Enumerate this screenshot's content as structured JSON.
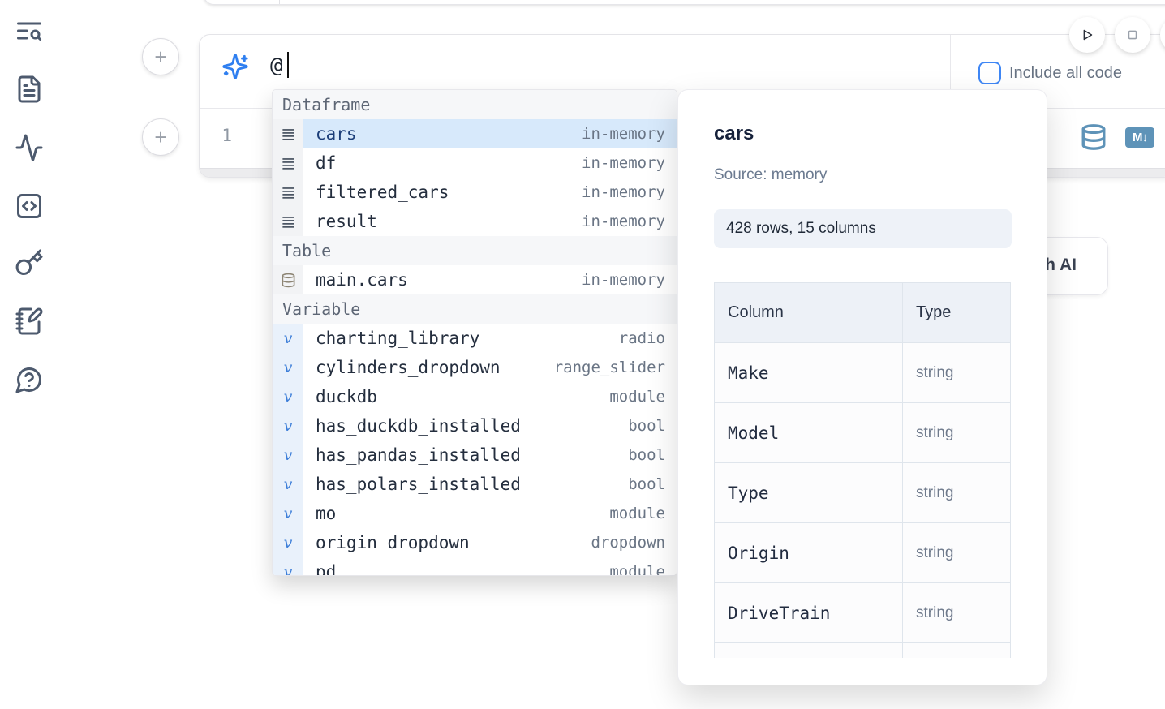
{
  "sidebar": {
    "icons": [
      "list-search",
      "file-text",
      "activity",
      "code-square",
      "key",
      "notebook-pen",
      "help-circle"
    ]
  },
  "run_controls": {
    "icons": [
      "play",
      "stop"
    ]
  },
  "cell": {
    "ai_prompt": {
      "value": "@",
      "icon": "sparkles"
    },
    "include_all_code": {
      "label": "Include all code",
      "checked": false
    },
    "editor": {
      "line_number": "1"
    },
    "toolbar": {
      "markdown_badge": "M↓",
      "icons": [
        "database",
        "markdown"
      ]
    }
  },
  "ai_button": {
    "label": "with AI"
  },
  "autocomplete": {
    "selected_item": "cars",
    "sections": [
      {
        "label": "Dataframe",
        "items": [
          {
            "name": "cars",
            "type": "in-memory"
          },
          {
            "name": "df",
            "type": "in-memory"
          },
          {
            "name": "filtered_cars",
            "type": "in-memory"
          },
          {
            "name": "result",
            "type": "in-memory"
          }
        ]
      },
      {
        "label": "Table",
        "items": [
          {
            "name": "main.cars",
            "type": "in-memory"
          }
        ]
      },
      {
        "label": "Variable",
        "items": [
          {
            "name": "charting_library",
            "type": "radio"
          },
          {
            "name": "cylinders_dropdown",
            "type": "range_slider"
          },
          {
            "name": "duckdb",
            "type": "module"
          },
          {
            "name": "has_duckdb_installed",
            "type": "bool"
          },
          {
            "name": "has_pandas_installed",
            "type": "bool"
          },
          {
            "name": "has_polars_installed",
            "type": "bool"
          },
          {
            "name": "mo",
            "type": "module"
          },
          {
            "name": "origin_dropdown",
            "type": "dropdown"
          },
          {
            "name": "pd",
            "type": "module"
          }
        ]
      }
    ]
  },
  "popup": {
    "title": "cars",
    "source": "Source: memory",
    "summary": "428 rows, 15 columns",
    "schema": {
      "headers": {
        "column": "Column",
        "type": "Type"
      },
      "rows": [
        {
          "column": "Make",
          "type": "string"
        },
        {
          "column": "Model",
          "type": "string"
        },
        {
          "column": "Type",
          "type": "string"
        },
        {
          "column": "Origin",
          "type": "string"
        },
        {
          "column": "DriveTrain",
          "type": "string"
        }
      ]
    },
    "colors": {
      "accent_blue": "#3f87f5",
      "steel_blue": "#5e93b8",
      "selected_row": "#d7e9fb"
    }
  }
}
